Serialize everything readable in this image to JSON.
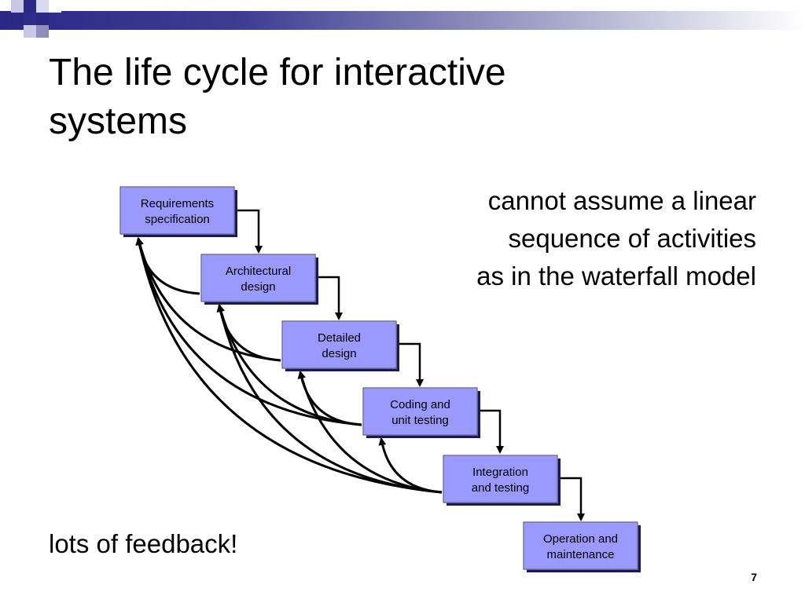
{
  "slide": {
    "title_lines": [
      "The life cycle for interactive",
      "systems"
    ],
    "note_lines": [
      "cannot assume a linear",
      "sequence of activities",
      "as in the waterfall model"
    ],
    "footer_note": "lots of feedback!",
    "page_number": "7"
  },
  "diagram": {
    "stages": [
      {
        "lines": [
          "Requirements",
          "specification"
        ]
      },
      {
        "lines": [
          "Architectural",
          "design"
        ]
      },
      {
        "lines": [
          "Detailed",
          "design"
        ]
      },
      {
        "lines": [
          "Coding and",
          "unit testing"
        ]
      },
      {
        "lines": [
          "Integration",
          "and testing"
        ]
      },
      {
        "lines": [
          "Operation and",
          "maintenance"
        ]
      }
    ]
  },
  "colors": {
    "box_fill": "#9999ff",
    "box_shadow": "#1a1a5a",
    "header_bar": "#2a2a86"
  }
}
